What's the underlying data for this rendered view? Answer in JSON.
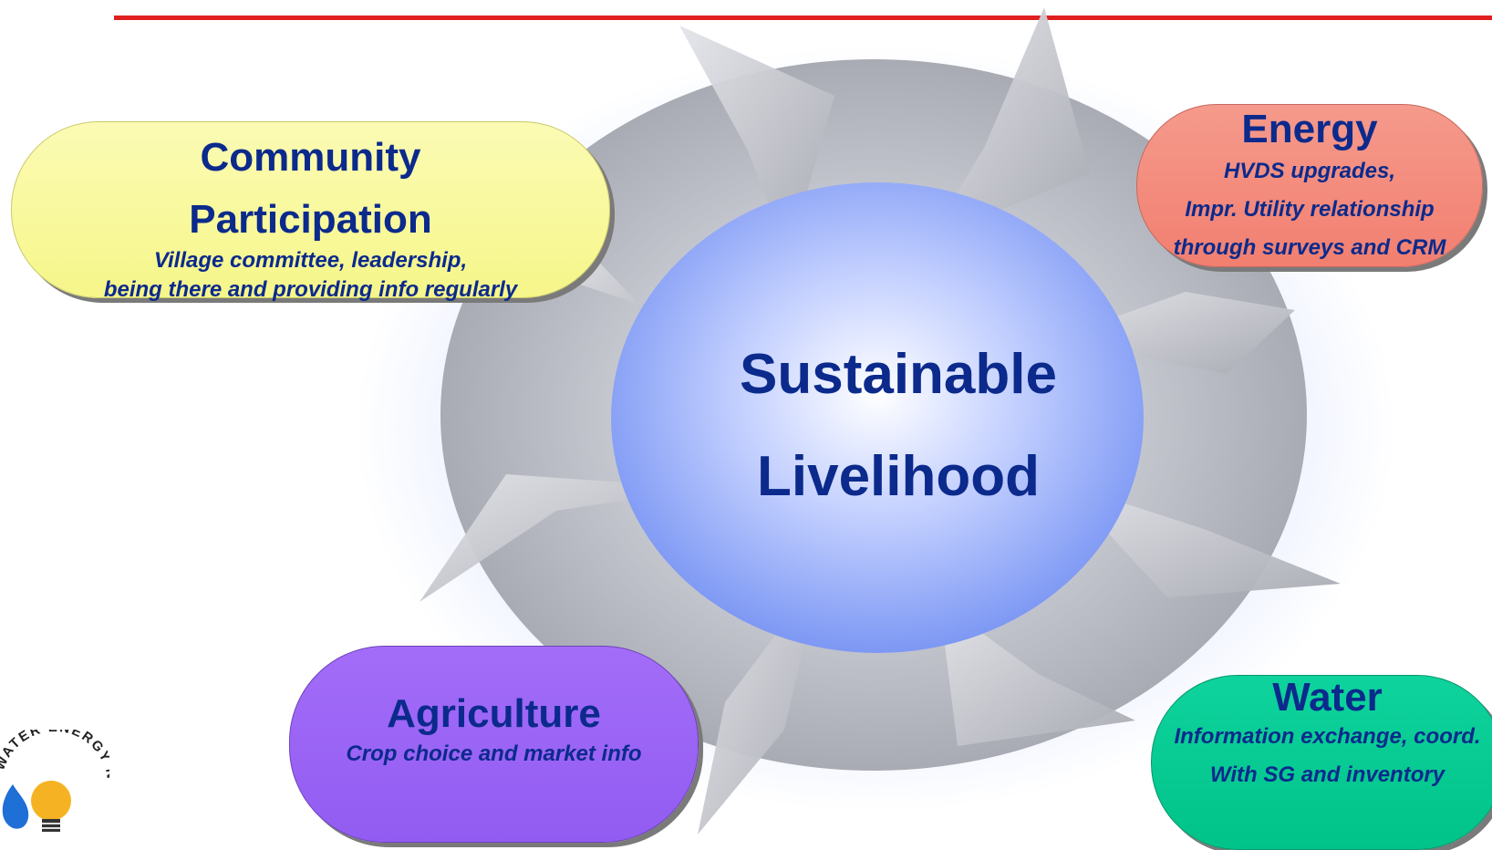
{
  "center": {
    "line1": "Sustainable",
    "line2": "Livelihood"
  },
  "community": {
    "title_line1": "Community",
    "title_line2": "Participation",
    "desc_line1": "Village committee, leadership,",
    "desc_line2": "being there and providing info regularly",
    "color": "#f6f68a"
  },
  "energy": {
    "title": "Energy",
    "desc_line1": "HVDS upgrades,",
    "desc_line2": "Impr. Utility relationship",
    "desc_line3": "through surveys and CRM",
    "color": "#f27f70"
  },
  "agriculture": {
    "title": "Agriculture",
    "desc_line1": "Crop choice and market info",
    "color": "#925cf2"
  },
  "water": {
    "title": "Water",
    "desc_line1": "Information exchange, coord.",
    "desc_line2": "With SG and inventory",
    "color": "#00c389"
  },
  "logo": {
    "text": "WATER ENERGY NEXU",
    "icon": "lightbulb-water-drop-icon"
  },
  "colors": {
    "text": "#0b2a8c",
    "rule": "#e02020"
  }
}
